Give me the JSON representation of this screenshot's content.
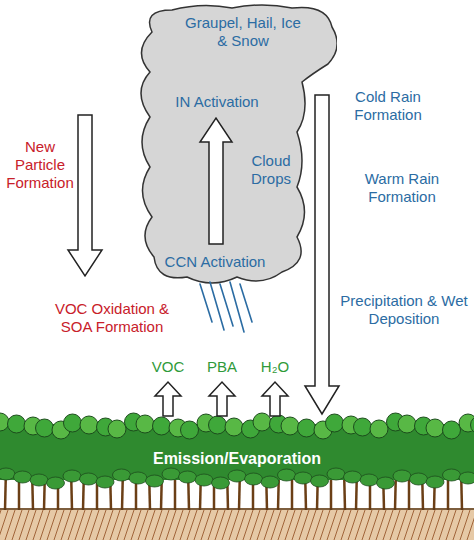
{
  "diagram": {
    "nodes": [
      {
        "text": [
          "Graupel, Hail, Ice & Snow",
          "IN Activation",
          "Cloud Drops",
          "CCN Activation"
        ]
      },
      {
        "text": [
          "Emission/Evaporation"
        ]
      }
    ],
    "labels": [
      "New Particle Formation",
      "VOC Oxidation & SOA Formation",
      "Cold Rain Formation",
      "Warm Rain Formation",
      "Precipitation & Wet Deposition",
      "VOC",
      "PBA",
      "H₂O"
    ]
  }
}
